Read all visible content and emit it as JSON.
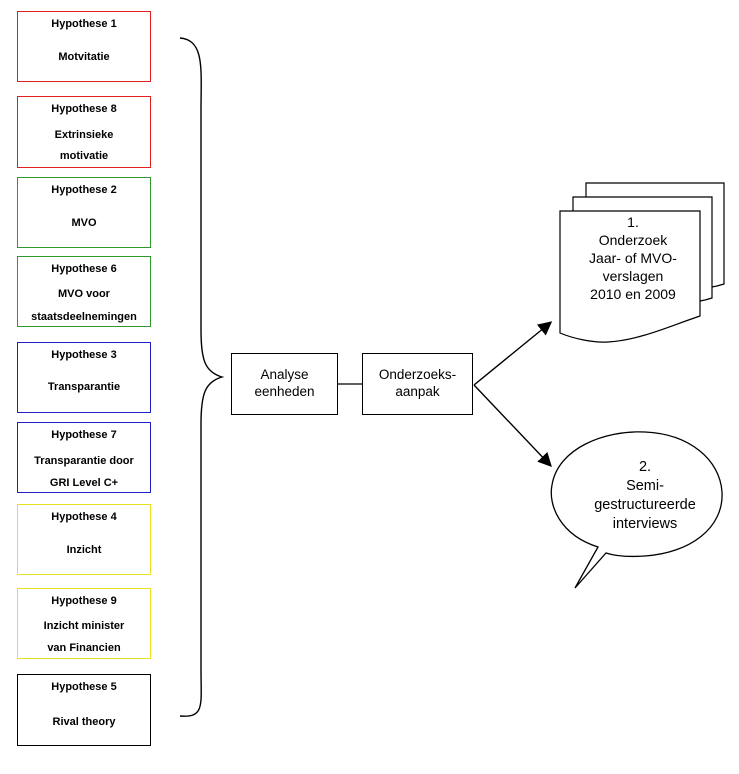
{
  "hypotheses": [
    {
      "title": "Hypothese 1",
      "label": "Motvitatie",
      "color": "#e02020"
    },
    {
      "title": "Hypothese 8",
      "label": "Extrinsieke\nmotivatie",
      "color": "#e02020"
    },
    {
      "title": "Hypothese 2",
      "label": "MVO",
      "color": "#2e9a2e"
    },
    {
      "title": "Hypothese 6",
      "label": "MVO voor\nstaatsdeelnemingen",
      "color": "#2e9a2e"
    },
    {
      "title": "Hypothese 3",
      "label": "Transparantie",
      "color": "#2020c8"
    },
    {
      "title": "Hypothese 7",
      "label": "Transparantie door\nGRI Level C+",
      "color": "#2020c8"
    },
    {
      "title": "Hypothese 4",
      "label": "Inzicht",
      "color": "#e8e020"
    },
    {
      "title": "Hypothese 9",
      "label": "Inzicht minister\nvan Financien",
      "color": "#e8e020"
    },
    {
      "title": "Hypothese 5",
      "label": "Rival theory",
      "color": "#000000"
    }
  ],
  "analysis": "Analyse\neenheden",
  "approach": "Onderzoeks-\naanpak",
  "document_label": "1.\nOnderzoek\nJaar- of MVO-\nverslagen\n2010 en 2009",
  "bubble_label": "2.\nSemi-\ngestructureerde\ninterviews"
}
